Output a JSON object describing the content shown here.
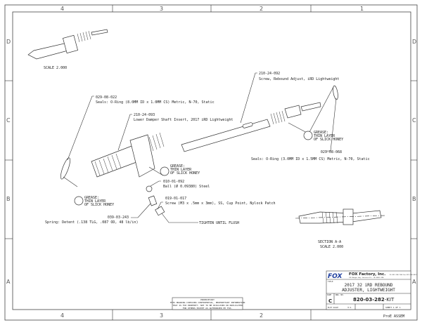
{
  "frame": {
    "columns": [
      "4",
      "3",
      "2",
      "1"
    ],
    "rows": [
      "D",
      "C",
      "B",
      "A"
    ]
  },
  "views": {
    "detail_scale": "SCALE  2.000",
    "section_title": "SECTION  A-A",
    "section_scale": "SCALE  2.000"
  },
  "callouts": [
    {
      "part_no": "029-08-022",
      "desc": "Seals: O-Ring (8.0MM ID x 1.0MM CS) Metric, N-70, Static"
    },
    {
      "part_no": "210-24-093",
      "desc": "Lower Damper Shaft Insert, 2017 iRD Lightweight"
    },
    {
      "part_no": "210-24-092",
      "desc": "Screw, Rebound Adjust, iRD Lightweight"
    },
    {
      "part_no": "029-08-068",
      "desc": "Seals: O-Ring (3.0MM ID x 1.5MM CS) Metric, N-70, Static"
    },
    {
      "part_no": "010-01-092",
      "desc": "Ball (Ø 0.09380) Steel"
    },
    {
      "part_no": "019-01-017",
      "desc": "Screw (M3 x .5mm x 3mm), SS, Cup Point, Nylock Patch"
    },
    {
      "part_no": "039-03-243",
      "desc": "Spring: Detent (.138 TLG, .087 OD, 48 lb/in)"
    }
  ],
  "notes": {
    "grease_1": "GREASE:",
    "grease_2": "THIN LAYER",
    "grease_3": "OF SLICK HONEY",
    "tighten": "TIGHTEN UNTIL FLUSH"
  },
  "confidential": {
    "line1": "PROPRIETARY",
    "line2": "THIS DRAWING CONTAINS CONFIDENTIAL, PROPRIETARY INFORMATION",
    "line3": "THAT IS FOX PROPERTY. NOT TO BE DISCLOSED OR DUPLICATED",
    "line4": "FOR OTHERS EXCEPT AS AUTHORIZED BY FOX."
  },
  "title_block": {
    "logo": "FOX",
    "company": "FOX Factory, Inc.",
    "address": "130 Hangar Way, Watsonville, CA 95076 USA",
    "phone": "Ph 831-768-1100  Fax 831-768-9312",
    "title_label": "TITLE",
    "title_line1": "2017 32 iRD  REBOUND",
    "title_line2": "ADJUSTER, LIGHTWEIGHT",
    "size_label": "SIZE",
    "size": "C",
    "dwg_label": "DWG. NO.",
    "dwg_no": "820-03-282",
    "dwg_suffix": "-KIT",
    "plot_scale_label": "PLOT SCALE",
    "plot_scale": "3:1",
    "sheet": "SHEET 1 OF 1",
    "software": "ProE ASSEM"
  },
  "colors": {
    "logo": "#1f3f9f",
    "line": "#333333"
  }
}
